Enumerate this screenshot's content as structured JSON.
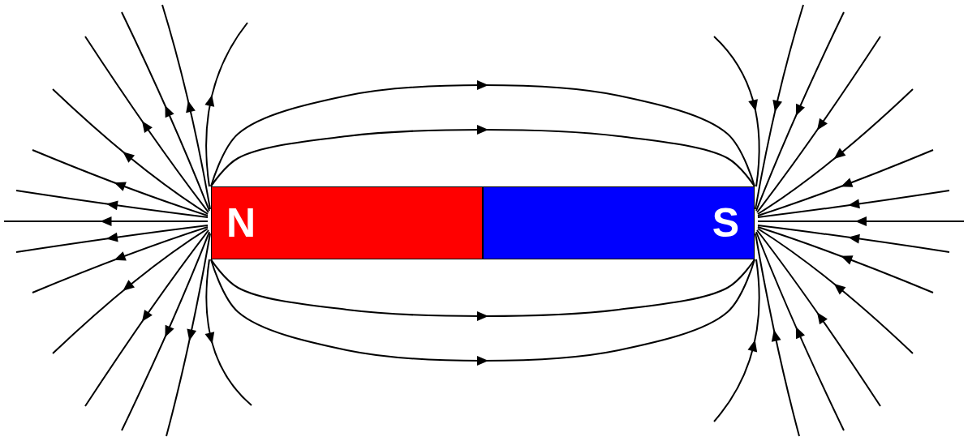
{
  "diagram": {
    "nodes": [
      {
        "text": [
          "N"
        ]
      },
      {
        "text": [
          "S"
        ]
      }
    ],
    "edges": [
      {
        "from": 0,
        "to": 1,
        "arrow": "to"
      },
      {
        "from": 0,
        "to": 1,
        "arrow": "to"
      },
      {
        "from": 0,
        "to": 1,
        "arrow": "to"
      },
      {
        "from": 0,
        "to": 1,
        "arrow": "to"
      }
    ]
  }
}
